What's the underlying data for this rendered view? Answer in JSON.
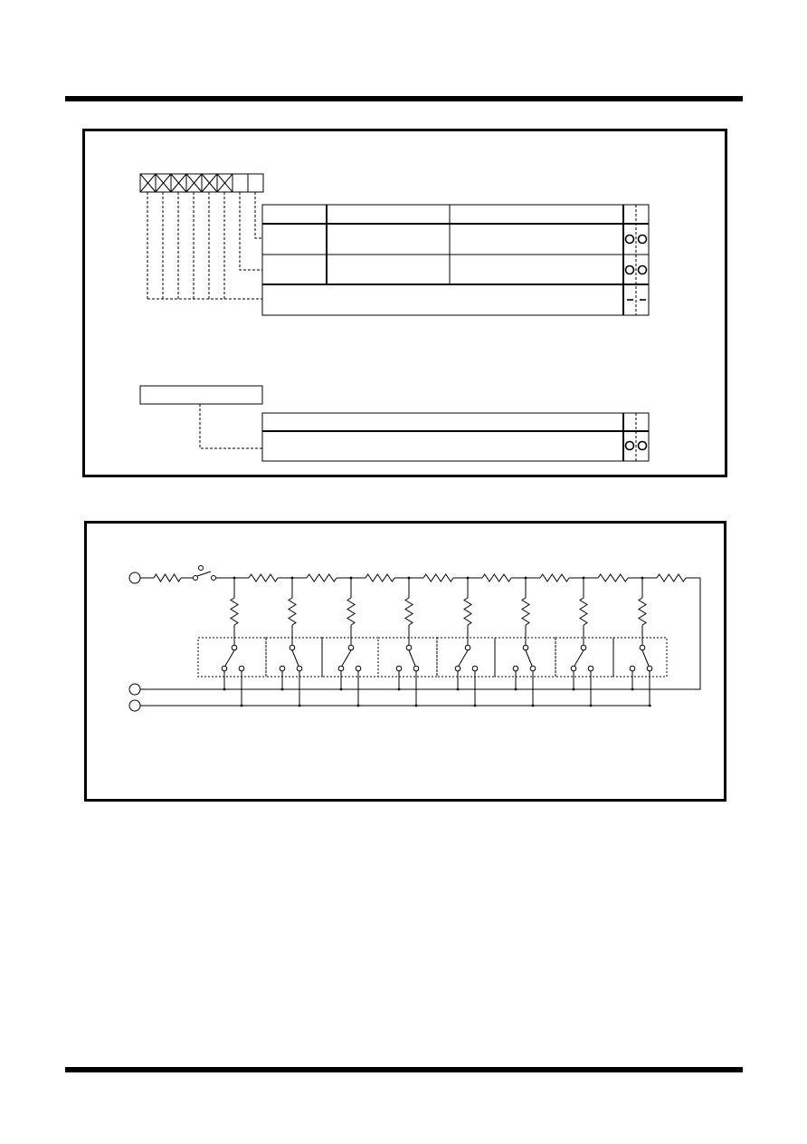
{
  "page": {
    "colors": {
      "ink": "#000000",
      "paper": "#ffffff"
    }
  },
  "register_diagram": {
    "bit_cells": [
      {
        "state": "crossed"
      },
      {
        "state": "crossed"
      },
      {
        "state": "crossed"
      },
      {
        "state": "crossed"
      },
      {
        "state": "crossed"
      },
      {
        "state": "crossed"
      },
      {
        "state": "open"
      },
      {
        "state": "open"
      }
    ],
    "upper_table_rows": [
      {
        "switch_state": "open"
      },
      {
        "switch_state": "open"
      },
      {
        "switch_state": "dashed"
      }
    ],
    "lower_table_rows": [
      {
        "switch_state": "none"
      },
      {
        "switch_state": "open"
      }
    ]
  },
  "resistor_ladder": {
    "stage_count": 8,
    "terminal_count": 3,
    "input_switch_icon": "switch-icon",
    "resistor_icon": "resistor-icon"
  }
}
